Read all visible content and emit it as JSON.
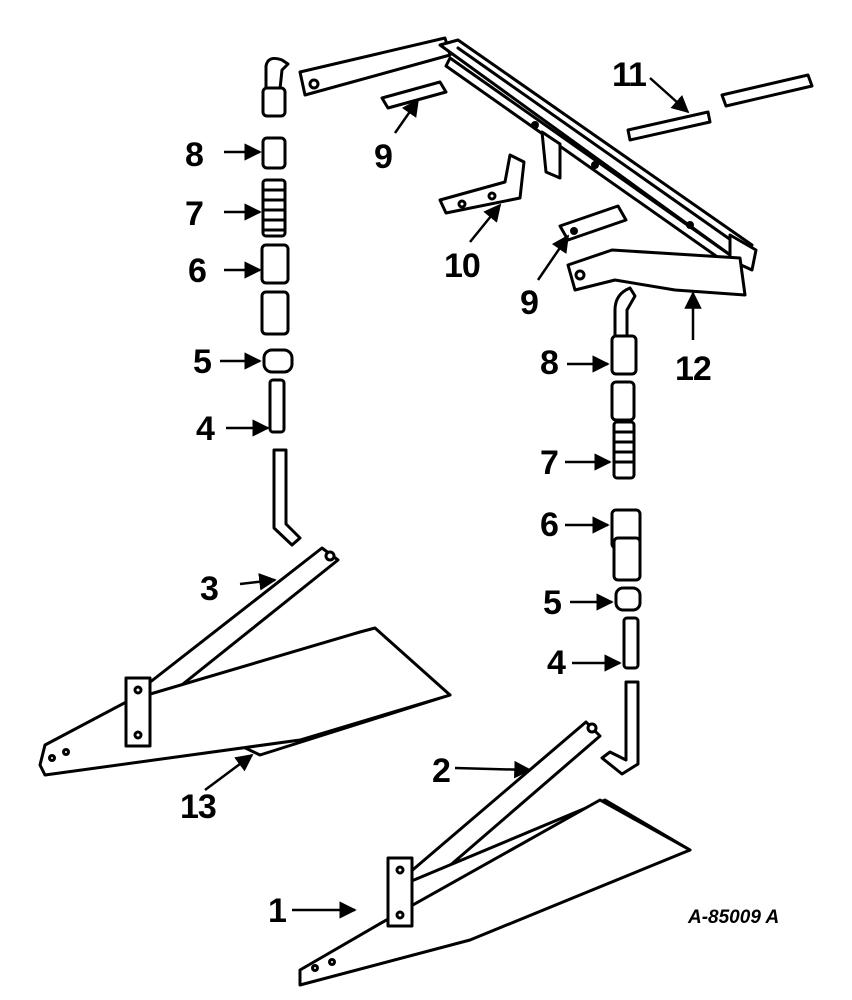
{
  "diagram": {
    "type": "exploded-parts-illustration",
    "figure_code": "A-85009 A",
    "callouts": [
      "1",
      "2",
      "3",
      "4",
      "5",
      "6",
      "7",
      "8",
      "9",
      "10",
      "11",
      "12",
      "13"
    ]
  }
}
